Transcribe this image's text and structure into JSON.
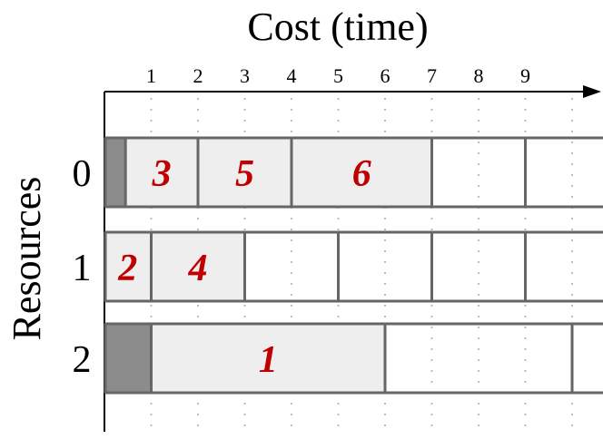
{
  "title": "Cost (time)",
  "y_axis_label": "Resources",
  "colors": {
    "idle": "#8c8c8c",
    "task": "#eeeeee",
    "border": "#666666",
    "task_label": "#c00000",
    "grid": "#bbbbbb",
    "axis": "#000000"
  },
  "x_ticks": [
    "1",
    "2",
    "3",
    "4",
    "5",
    "6",
    "7",
    "8",
    "9"
  ],
  "chart_data": {
    "type": "gantt",
    "x_range": [
      0,
      10.5
    ],
    "resources": [
      {
        "label": "0",
        "idle": [
          {
            "start": 0,
            "end": 0.45
          }
        ],
        "tasks": [
          {
            "label": "3",
            "start": 0.45,
            "end": 2
          },
          {
            "label": "5",
            "start": 2,
            "end": 4
          },
          {
            "label": "6",
            "start": 4,
            "end": 7
          }
        ],
        "boundaries": [
          9
        ]
      },
      {
        "label": "1",
        "idle": [],
        "tasks": [
          {
            "label": "2",
            "start": 0,
            "end": 1
          },
          {
            "label": "4",
            "start": 1,
            "end": 3
          }
        ],
        "boundaries": [
          5,
          7,
          9
        ]
      },
      {
        "label": "2",
        "idle": [
          {
            "start": 0,
            "end": 1
          }
        ],
        "tasks": [
          {
            "label": "1",
            "start": 1,
            "end": 6
          }
        ],
        "boundaries": [
          10
        ]
      }
    ]
  }
}
